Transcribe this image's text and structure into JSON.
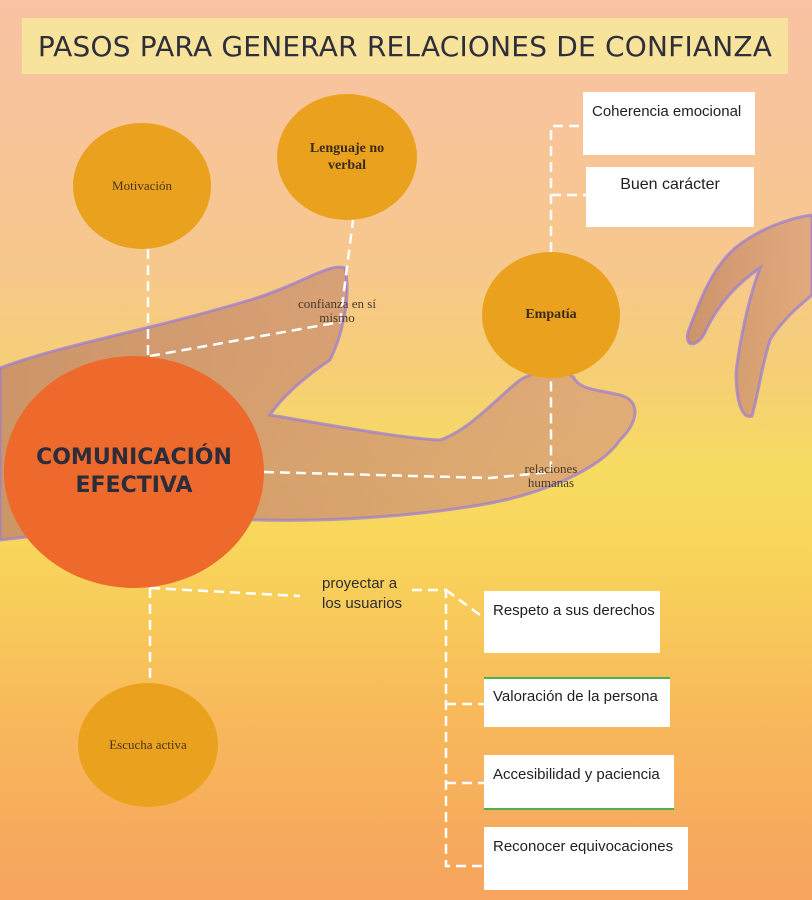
{
  "title": "PASOS PARA GENERAR RELACIONES DE CONFIANZA",
  "center_node": {
    "line1": "COMUNICACIÓN",
    "line2": "EFECTIVA"
  },
  "nodes": {
    "motivacion": "Motivación",
    "lenguaje_line1": "Lenguaje no",
    "lenguaje_line2": "verbal",
    "empatia": "Empatía",
    "escucha": "Escucha activa"
  },
  "labels": {
    "confianza_line1": "confianza en sí",
    "confianza_line2": "mismo",
    "relaciones_line1": "relaciones",
    "relaciones_line2": "humanas",
    "proyectar_line1": "proyectar a",
    "proyectar_line2": "los usuarios"
  },
  "empatia_boxes": [
    "Coherencia emocional",
    "Buen carácter"
  ],
  "usuarios_boxes": [
    "Respeto a sus derechos",
    "Valoración de la persona",
    "Accesibilidad y paciencia",
    "Reconocer equivocaciones"
  ],
  "colors": {
    "node_fill": "#eaa21e",
    "center_fill": "#ee6a2c",
    "title_banner": "#f8e39c",
    "connector": "#ffffff"
  }
}
